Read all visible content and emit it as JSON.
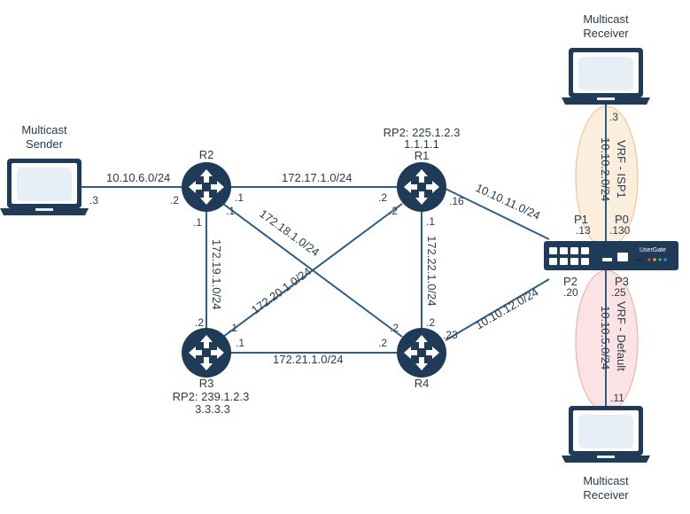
{
  "colors": {
    "router": "#1f3b57",
    "link": "#2b5f86",
    "laptop_frame": "#1f3b57",
    "laptop_screen": "#e6eef6",
    "vrf_isp1_fill": "#fbeedd",
    "vrf_isp1_stroke": "#f0c796",
    "vrf_default_fill": "#fbe3e3",
    "vrf_default_stroke": "#eab3b3",
    "firewall": "#1f3b57"
  },
  "hosts": {
    "sender": {
      "line1": "Multicast",
      "line2": "Sender"
    },
    "receiver_top": {
      "line1": "Multicast",
      "line2": "Receiver"
    },
    "receiver_bottom": {
      "line1": "Multicast",
      "line2": "Receiver"
    }
  },
  "routers": {
    "r1": {
      "name": "R1",
      "rp_line1": "RP2: 225.1.2.3",
      "rp_line2": "1.1.1.1"
    },
    "r2": {
      "name": "R2"
    },
    "r3": {
      "name": "R3",
      "rp_line1": "RP2: 239.1.2.3",
      "rp_line2": "3.3.3.3"
    },
    "r4": {
      "name": "R4"
    }
  },
  "firewall": {
    "brand": "UserGate"
  },
  "subnets": {
    "sender_r2": "10.10.6.0/24",
    "r2_r1": "172.17.1.0/24",
    "r2_r4": "172.18.1.0/24",
    "r2_r3": "172.19.1.0/24",
    "r3_r1": "172.20.1.0/24",
    "r3_r4": "172.21.1.0/24",
    "r1_r4": "172.22.1.0/24",
    "r1_fw": "10.10.11.0/24",
    "r4_fw": "10.10.12.0/24",
    "fw_top": "10.10.2.0/24",
    "fw_bottom": "10.10.5.0/24"
  },
  "vrf": {
    "isp1": "VRF - ISP1",
    "default": "VRF - Default"
  },
  "ports": {
    "p1": "P1",
    "p0": "P0",
    "p2": "P2",
    "p3": "P3"
  },
  "addresses": {
    "sender": ".3",
    "r2_sender": ".2",
    "r2_r1": ".1",
    "r2_r4": ".1",
    "r2_r3": ".1",
    "r1_r2": ".2",
    "r1_r3": ".2",
    "r1_fw": ".16",
    "r1_r4": ".1",
    "r3_r2": ".2",
    "r3_r1": ".1",
    "r3_r4": ".1",
    "r4_r3": ".2",
    "r4_r2": ".2",
    "r4_r1": ".2",
    "r4_fw": ".23",
    "fw_p1": ".13",
    "fw_p0": ".130",
    "fw_p2": ".20",
    "fw_p3": ".25",
    "recv_top": ".3",
    "recv_bottom": ".11"
  }
}
